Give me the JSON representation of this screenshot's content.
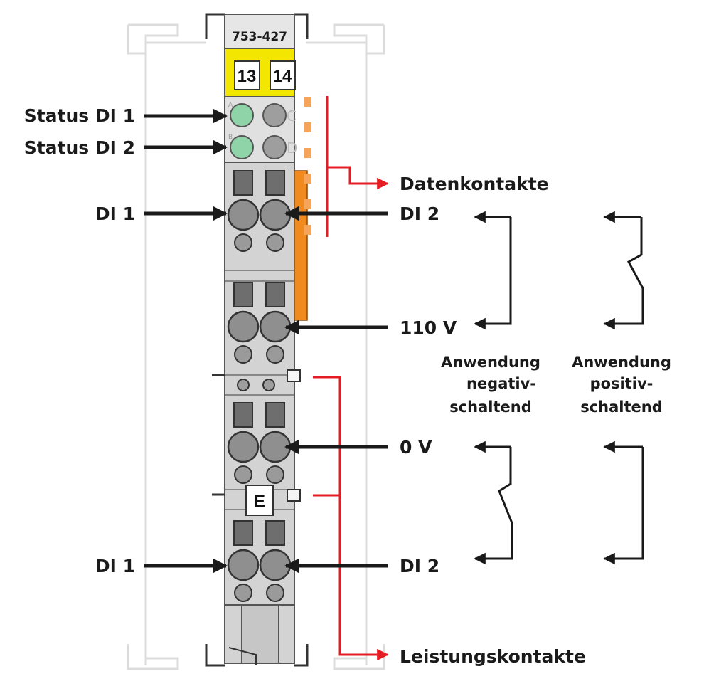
{
  "module": {
    "article_number": "753-427",
    "terminal_numbers": [
      "13",
      "14"
    ],
    "led_letters": [
      "A",
      "B",
      "C",
      "D"
    ],
    "marker": "E"
  },
  "labels": {
    "status_di1": "Status DI 1",
    "status_di2": "Status DI 2",
    "di1_top": "DI 1",
    "di2_top": "DI 2",
    "data_contacts": "Datenkontakte",
    "v110": "110 V",
    "v0": "0 V",
    "di1_bottom": "DI 1",
    "di2_bottom": "DI 2",
    "power_contacts": "Leistungskontakte"
  },
  "applications": {
    "negative": [
      "Anwendung",
      "negativ-",
      "schaltend"
    ],
    "positive": [
      "Anwendung",
      "positiv-",
      "schaltend"
    ]
  },
  "colors": {
    "housing": "#d3d3d3",
    "housing_dark": "#c2c2c2",
    "yellow": "#f3e600",
    "led_green": "#8fd3a8",
    "led_grey": "#9e9e9e",
    "orange": "#f08a1e",
    "red": "#e41c23",
    "black": "#1a1a1a"
  }
}
